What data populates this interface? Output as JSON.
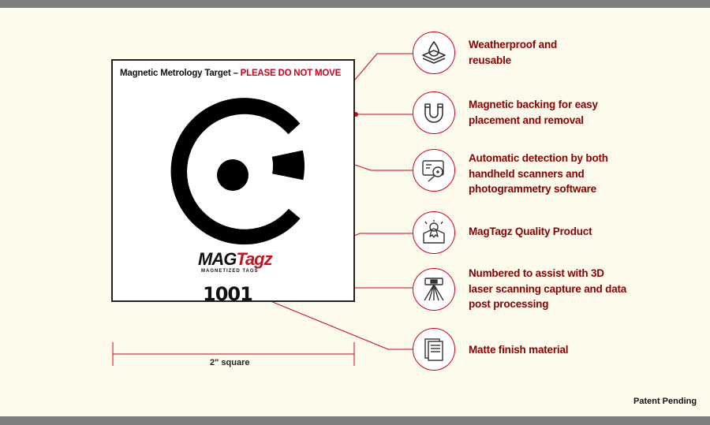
{
  "target": {
    "title": "Magnetic Metrology Target",
    "separator": " – ",
    "warning": "PLEASE DO NOT MOVE",
    "logo_mag": "MAG",
    "logo_tagz": "Tagz",
    "logo_sub": "MAGNETIZED TAGS",
    "number": "1001"
  },
  "dimension_label": "2\" square",
  "features": [
    {
      "icon": "water-drop-layers-icon",
      "lines": [
        "Weatherproof and",
        "reusable"
      ]
    },
    {
      "icon": "magnet-icon",
      "lines": [
        "Magnetic backing for easy",
        "placement and removal"
      ]
    },
    {
      "icon": "scanner-detection-icon",
      "lines": [
        "Automatic detection  by both",
        "handheld scanners and",
        "photogrammetry software"
      ]
    },
    {
      "icon": "quality-badge-icon",
      "lines": [
        "MagTagz Quality Product"
      ]
    },
    {
      "icon": "laser-scanner-icon",
      "lines": [
        "Numbered to assist with 3D",
        "laser scanning capture and data",
        "post processing"
      ]
    },
    {
      "icon": "matte-sheets-icon",
      "lines": [
        "Matte finish material"
      ]
    }
  ],
  "footnote": "Patent Pending",
  "colors": {
    "accent": "#d0021b",
    "feature_text": "#8b0000",
    "background": "#fdfbec",
    "frame_bar": "#7f7f7f"
  }
}
